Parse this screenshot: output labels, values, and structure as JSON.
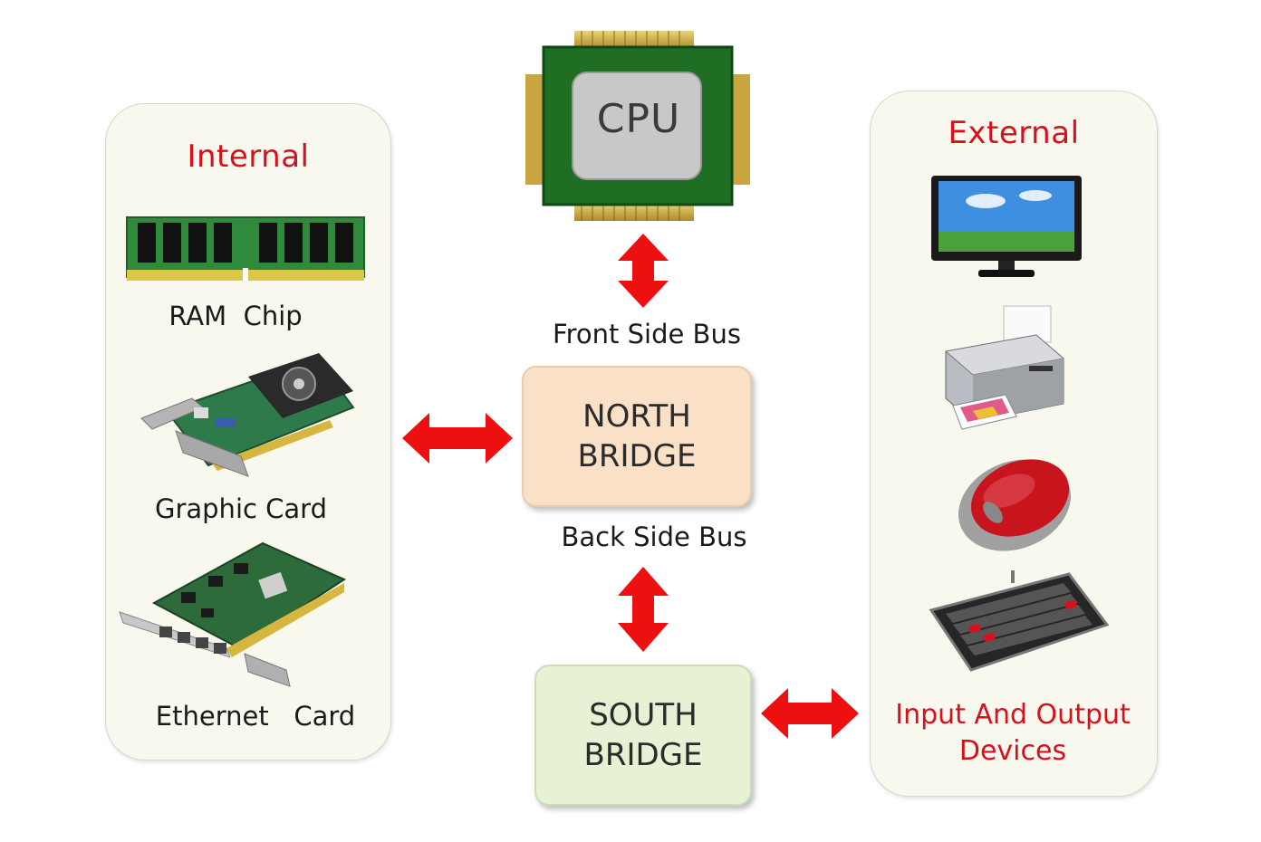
{
  "cpu": {
    "label": "CPU"
  },
  "buses": {
    "front": "Front Side Bus",
    "back": "Back Side Bus"
  },
  "north_bridge": {
    "line1": "NORTH",
    "line2": "BRIDGE"
  },
  "south_bridge": {
    "line1": "SOUTH",
    "line2": "BRIDGE"
  },
  "internal": {
    "title": "Internal",
    "items": [
      {
        "label": "RAM  Chip",
        "icon": "ram-chip-icon"
      },
      {
        "label": "Graphic Card",
        "icon": "graphic-card-icon"
      },
      {
        "label": "Ethernet   Card",
        "icon": "ethernet-card-icon"
      }
    ]
  },
  "external": {
    "title": "External",
    "devices": [
      "monitor-icon",
      "printer-icon",
      "mouse-icon",
      "keyboard-icon"
    ],
    "caption_line1": "Input And Output",
    "caption_line2": "Devices"
  },
  "colors": {
    "accent_red": "#d8101c",
    "arrow_red": "#ee1010",
    "north_fill": "#fbe0c8",
    "south_fill": "#e7f2d4",
    "panel_fill": "#f9f8ef"
  }
}
